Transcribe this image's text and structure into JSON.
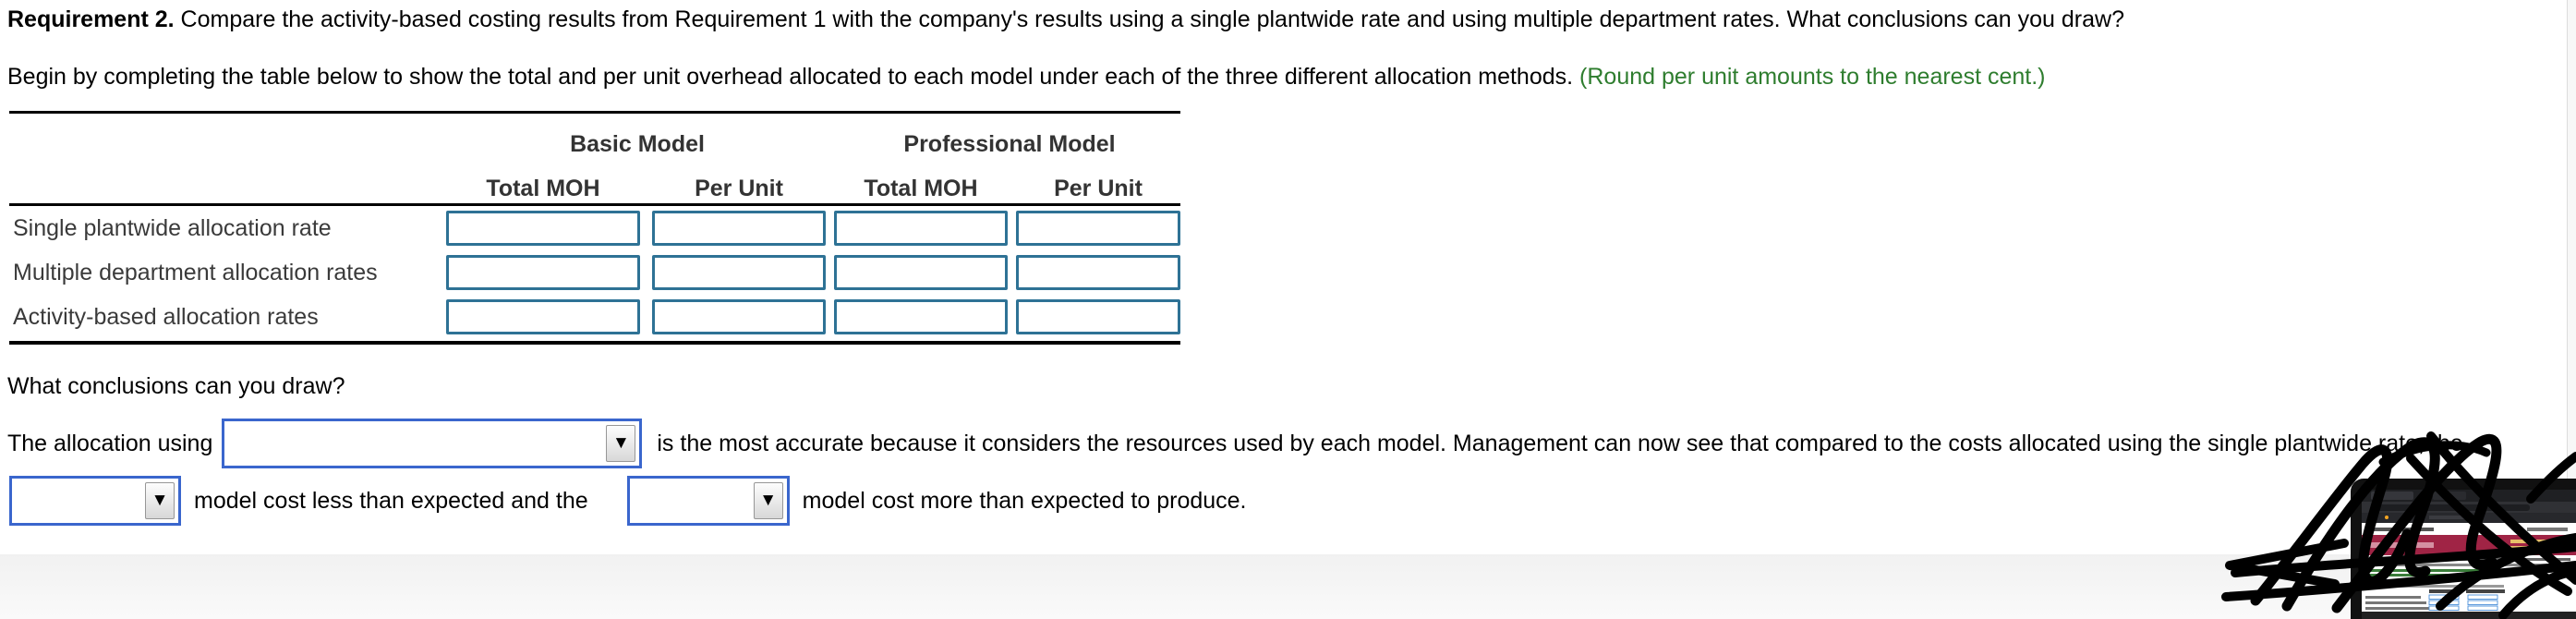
{
  "instructions": {
    "requirement_label": "Requirement 2.",
    "requirement_text": " Compare the activity-based costing results from Requirement 1 with the company's results using a single plantwide rate and using multiple department rates. What conclusions can you draw?",
    "begin_text": "Begin by completing the table below to show the total and per unit overhead allocated to each model under each of the three different allocation methods. ",
    "rounding_note": "(Round per unit amounts to the nearest cent.)"
  },
  "table": {
    "column_groups": [
      {
        "label": "Basic Model"
      },
      {
        "label": "Professional Model"
      }
    ],
    "sub_headers": [
      "Total MOH",
      "Per Unit",
      "Total MOH",
      "Per Unit"
    ],
    "rows": [
      {
        "label": "Single plantwide allocation rate",
        "values": [
          "",
          "",
          "",
          ""
        ]
      },
      {
        "label": "Multiple department allocation rates",
        "values": [
          "",
          "",
          "",
          ""
        ]
      },
      {
        "label": "Activity-based allocation rates",
        "values": [
          "",
          "",
          "",
          ""
        ]
      }
    ]
  },
  "conclusion": {
    "question": "What conclusions can you draw?",
    "sentence1_before": "The allocation using",
    "sentence1_after": "is the most accurate because it considers the resources used by each model. Management can now see that compared to the costs allocated using the single plantwide rate, the",
    "sentence2_between": "model cost less than expected and the",
    "sentence2_end": "model cost more than expected to produce.",
    "dropdown_method_value": "",
    "dropdown_model1_value": "",
    "dropdown_model2_value": ""
  },
  "icons": {
    "dropdown_arrow": "▼"
  },
  "colors": {
    "note_green": "#2e7d2e",
    "input_border_teal": "#2e7295",
    "dropdown_border_blue": "#3a66cd",
    "thumbnail_maroon": "#a02445",
    "scribble_black": "#000000"
  }
}
